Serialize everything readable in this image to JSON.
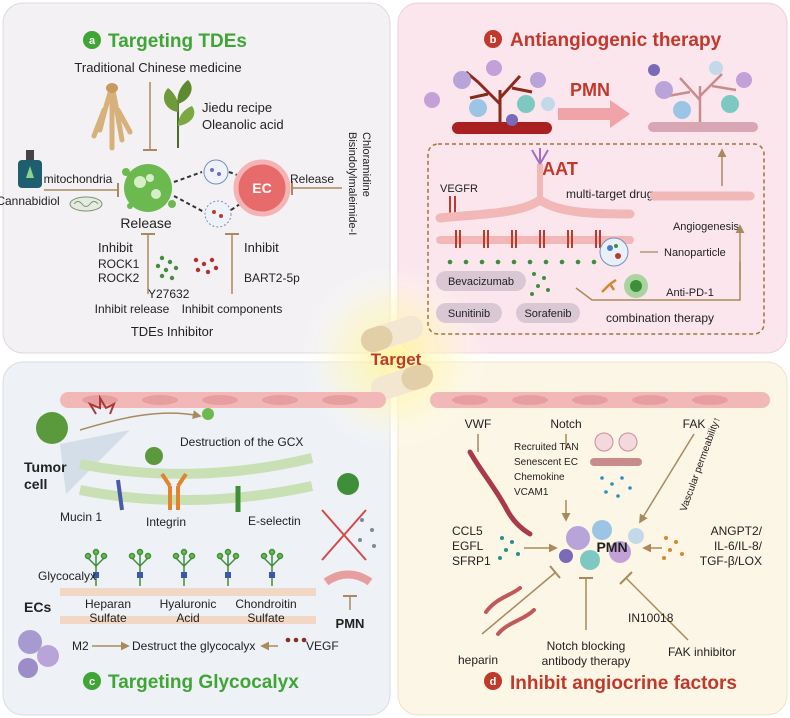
{
  "badges": [
    "a",
    "b",
    "c",
    "d"
  ],
  "center_label": "Target",
  "panel_a": {
    "title": "Targeting TDEs",
    "tcm": "Traditional Chinese medicine",
    "jiedu": "Jiedu recipe",
    "oleanolic": "Oleanolic acid",
    "mitochondria": "mitochondria",
    "cannabidiol": "Cannabidiol",
    "release_left": "Release",
    "ec": "EC",
    "release_right": "Release",
    "drug_rot_1": "Chloramidine",
    "drug_rot_2": "Bisindolylmaleimide-I",
    "inhibit_left": "Inhibit",
    "rock1": "ROCK1",
    "rock2": "ROCK2",
    "y27632": "Y27632",
    "inhibit_right": "Inhibit",
    "bart": "BART2-5p",
    "inhibit_release": "Inhibit release",
    "inhibit_components": "Inhibit components",
    "tdes_inhibitor": "TDEs Inhibitor"
  },
  "panel_b": {
    "title": "Antiangiogenic therapy",
    "pmn": "PMN",
    "aat": "AAT",
    "vegfr": "VEGFR",
    "multi_target": "multi-target drug",
    "angiogenesis": "Angiogenesis",
    "nanoparticle": "Nanoparticle",
    "bevacizumab": "Bevacizumab",
    "sunitinib": "Sunitinib",
    "sorafenib": "Sorafenib",
    "anti_pd1": "Anti-PD-1",
    "combination": "combination therapy"
  },
  "panel_c": {
    "title": "Targeting Glycocalyx",
    "destruction_gcx": "Destruction of the GCX",
    "tumor": "Tumor",
    "cell": "cell",
    "mucin": "Mucin 1",
    "integrin": "Integrin",
    "eselectin": "E-selectin",
    "glycocalyx": "Glycocalyx",
    "ecs": "ECs",
    "heparan_1": "Heparan",
    "heparan_2": "Sulfate",
    "hyaluronic_1": "Hyaluronic",
    "hyaluronic_2": "Acid",
    "chondroitin_1": "Chondroitin",
    "chondroitin_2": "Sulfate",
    "pmn": "PMN",
    "m2": "M2",
    "destruct": "Destruct the glycocalyx",
    "vegf": "VEGF"
  },
  "panel_d": {
    "title": "Inhibit angiocrine factors",
    "vwf": "VWF",
    "notch": "Notch",
    "fak": "FAK",
    "recruited_tan": "Recruited TAN",
    "senescent_ec": "Senescent EC",
    "chemokine": "Chemokine",
    "vcam1": "VCAM1",
    "vascular_perm": "Vascular permeability↑",
    "ccl5": "CCL5",
    "egfl": "EGFL",
    "sfrp1": "SFRP1",
    "pmn": "PMN",
    "angpt2": "ANGPT2/",
    "il": "IL-6/IL-8/",
    "tgf": "TGF-β/LOX",
    "in10018": "IN10018",
    "heparin": "heparin",
    "notch_block_1": "Notch blocking",
    "notch_block_2": "antibody therapy",
    "fak_inhibitor": "FAK inhibitor"
  },
  "colors": {
    "panel_a_bg": "#f3f1f4",
    "panel_b_bg": "#fbe6ee",
    "panel_c_bg": "#eef1f6",
    "panel_d_bg": "#fcf6e6",
    "green_title": "#3fa535",
    "red_title": "#c0392b",
    "arrow": "#a88a5c",
    "vessel": "#f2b8b8"
  },
  "icons": [
    "ginseng-icon",
    "plant-leaf-icon",
    "dropper-bottle-icon",
    "mitochondria-icon",
    "tumor-cell-icon",
    "endothelial-cell-icon",
    "exosome-icon",
    "blood-vessel-icon",
    "immune-cell-icon",
    "nanoparticle-icon",
    "antibody-icon",
    "capsule-icon",
    "worm-icon"
  ]
}
